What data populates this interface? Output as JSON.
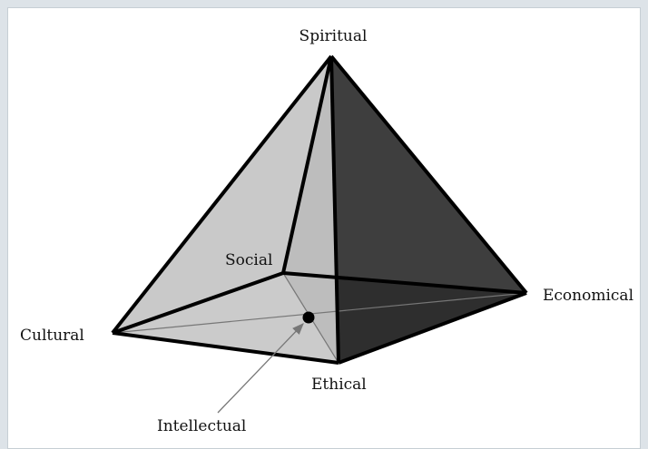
{
  "figure": {
    "vertices": {
      "spiritual": "Spiritual",
      "social": "Social",
      "cultural": "Cultural",
      "economical": "Economical",
      "ethical": "Ethical"
    },
    "center_label": "Intellectual"
  },
  "colors": {
    "background": "#dde3e8",
    "panel": "#ffffff",
    "light_face": "#c9c9c9",
    "dark_face": "#3e3e3e",
    "edge": "#000000",
    "thin_line": "#777777"
  }
}
